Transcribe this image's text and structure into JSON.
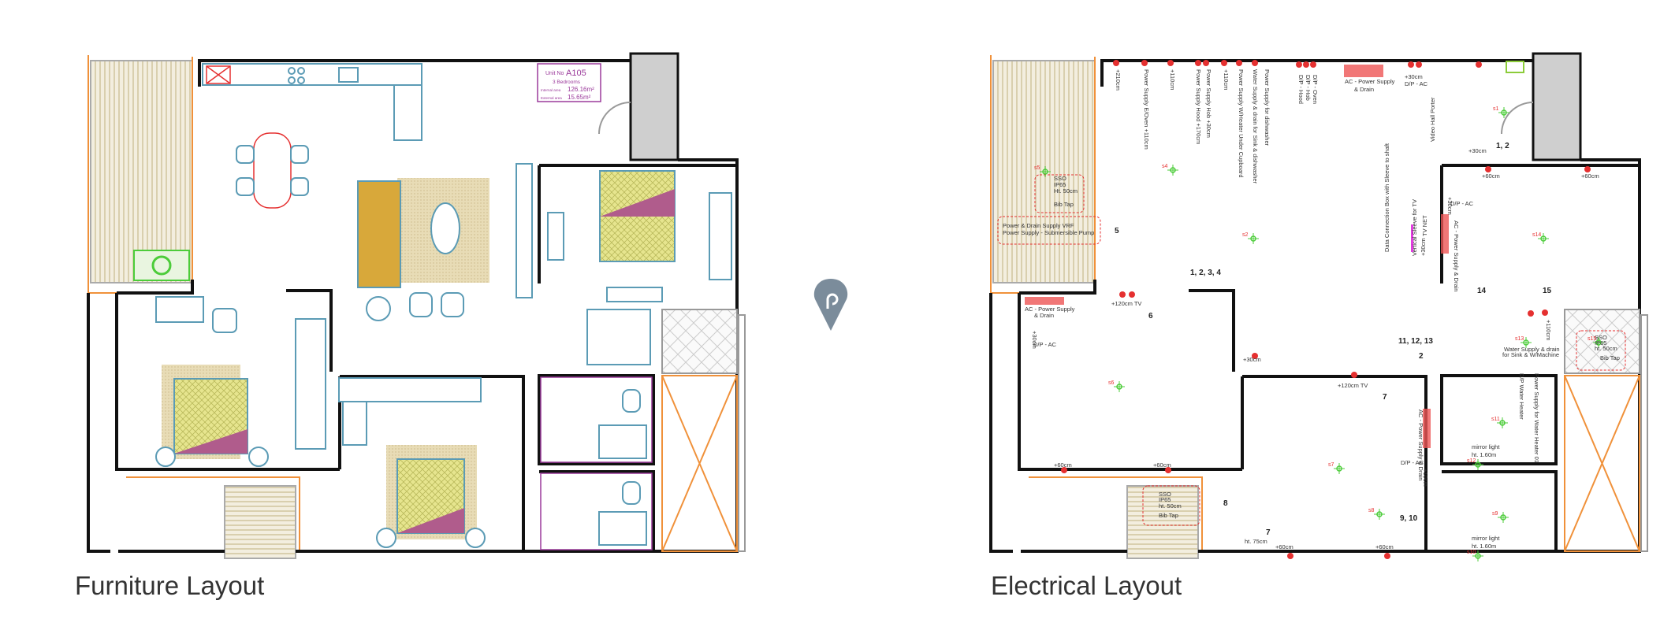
{
  "furniture_layout": {
    "title": "Furniture Layout",
    "unit_box": {
      "unit_label": "Unit No",
      "unit_no": "A105",
      "bedrooms": "3 Bedrooms",
      "internal_label": "Internal area",
      "internal_value": "126.16m²",
      "external_label": "External area",
      "external_value": "15.65m²"
    }
  },
  "electrical_layout": {
    "title": "Electrical Layout",
    "labels": [
      "+210cm",
      "Power Supply E/Oven +110cm",
      "+110cm",
      "Power Supply Hood +170cm",
      "Power Supply Hob +30cm",
      "+110cm",
      "Power Supply W/Heater Under Cupboard",
      "Water Supply & drain for Sink & dishwasher",
      "Power Supply for dishwasher",
      "D/P - Hood",
      "D/P - Hob",
      "D/P - Oven",
      "AC - Power Supply",
      "& Drain",
      "+30cm",
      "D/P - AC",
      "SSO",
      "IP65",
      "Ht. 50cm",
      "Bib Tap",
      "Power & Drain Supply VRF",
      "Power Supply - Submersible Pump",
      "AC - Power Supply",
      "& Drain",
      "D/P - AC",
      "+30cm",
      "+120cm TV",
      "+30cm",
      "+120cm TV",
      "+60cm",
      "+60cm",
      "SSO",
      "IP65",
      "ht. 50cm",
      "Bib Tap",
      "ht. 75cm",
      "+60cm",
      "+60cm",
      "Video Hall Porter",
      "+30cm",
      "+60cm",
      "+60cm",
      "+30cm",
      "D/P - AC",
      "AC - Power Supply & Drain",
      "Data Connection Box with Sleeve to shaft",
      "Vertical Sleeve for TV",
      "TV NET",
      "+30cm",
      "Water Supply & drain",
      "for Sink & W/Machine",
      "D/P Water Heater",
      "Power Supply for Water Heater 01",
      "+110cm",
      "SSO",
      "IP65",
      "ht. 50cm",
      "Bib Tap",
      "AC - Power Supply & Drain",
      "mirror light",
      "ht. 1.60m",
      "D/P - AC",
      "+10cm",
      "mirror light",
      "ht. 1.60m"
    ],
    "callouts": [
      "5",
      "1, 2, 3, 4",
      "6",
      "7",
      "8",
      "7",
      "1, 2",
      "14",
      "15",
      "11, 12, 13",
      "2",
      "9, 10"
    ],
    "sensors": [
      "s1",
      "s2",
      "s4",
      "s5",
      "s6",
      "s7",
      "s8",
      "s9",
      "s10",
      "s11",
      "s12",
      "s13",
      "s14",
      "s15"
    ]
  },
  "center_icon": "map-pin-icon",
  "colors": {
    "wall": "#111111",
    "furniture": "#5b9bb5",
    "electrical": "#e53030",
    "light": "#4ccc3a",
    "unit_box": "#9b3a9b"
  }
}
